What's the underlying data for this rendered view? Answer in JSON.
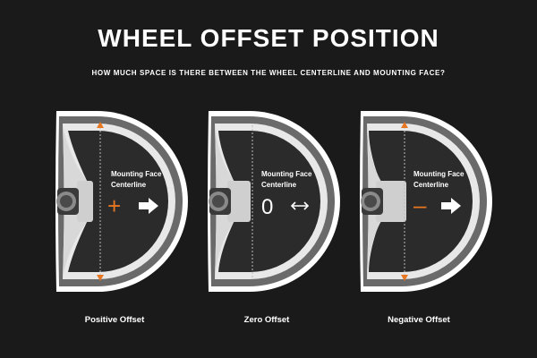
{
  "title": "WHEEL OFFSET POSITION",
  "subtitle": "HOW MUCH SPACE IS THERE BETWEEN THE WHEEL CENTERLINE AND MOUNTING FACE?",
  "colors": {
    "background": "#1a1a1a",
    "accent": "#e87722",
    "tire": "#ffffff",
    "rim": "#6a6a6a",
    "wheel_body": "#e8e8e8",
    "face": "#2b2b2b",
    "text": "#ffffff"
  },
  "panels": [
    {
      "caption": "Positive Offset",
      "mounting_label_line1": "Mounting Face",
      "mounting_label_line2": "Centerline",
      "symbol": "+",
      "arrow": "right-arrow",
      "centerline_arrows": true
    },
    {
      "caption": "Zero Offset",
      "mounting_label_line1": "Mounting Face",
      "mounting_label_line2": "Centerline",
      "symbol": "0",
      "arrow": "double-arrow",
      "centerline_arrows": false
    },
    {
      "caption": "Negative Offset",
      "mounting_label_line1": "Mounting Face",
      "mounting_label_line2": "Centerline",
      "symbol": "–",
      "arrow": "right-arrow",
      "centerline_arrows": true
    }
  ]
}
